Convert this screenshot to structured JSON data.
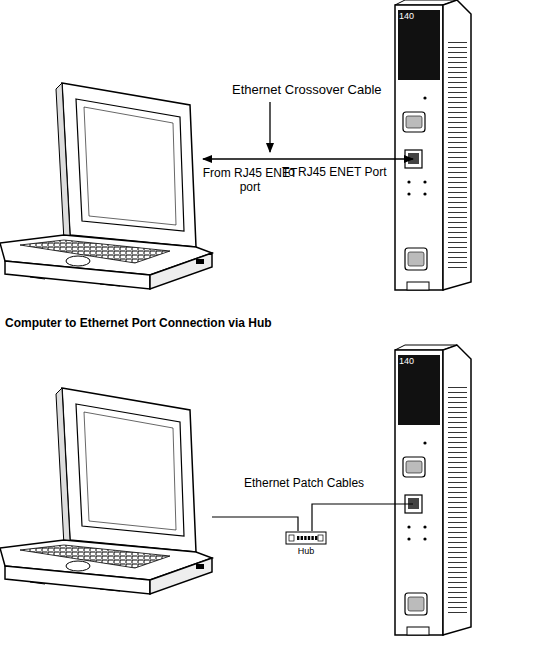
{
  "diagram": {
    "nodes": [
      {
        "text": [
          "Hub"
        ]
      }
    ],
    "labels": [
      "Ethernet Crossover Cable",
      "From RJ45 ENET port",
      "To RJ45 ENET Port",
      "Computer to Ethernet Port Connection via Hub",
      "Ethernet Patch Cables",
      "140",
      "140"
    ]
  }
}
